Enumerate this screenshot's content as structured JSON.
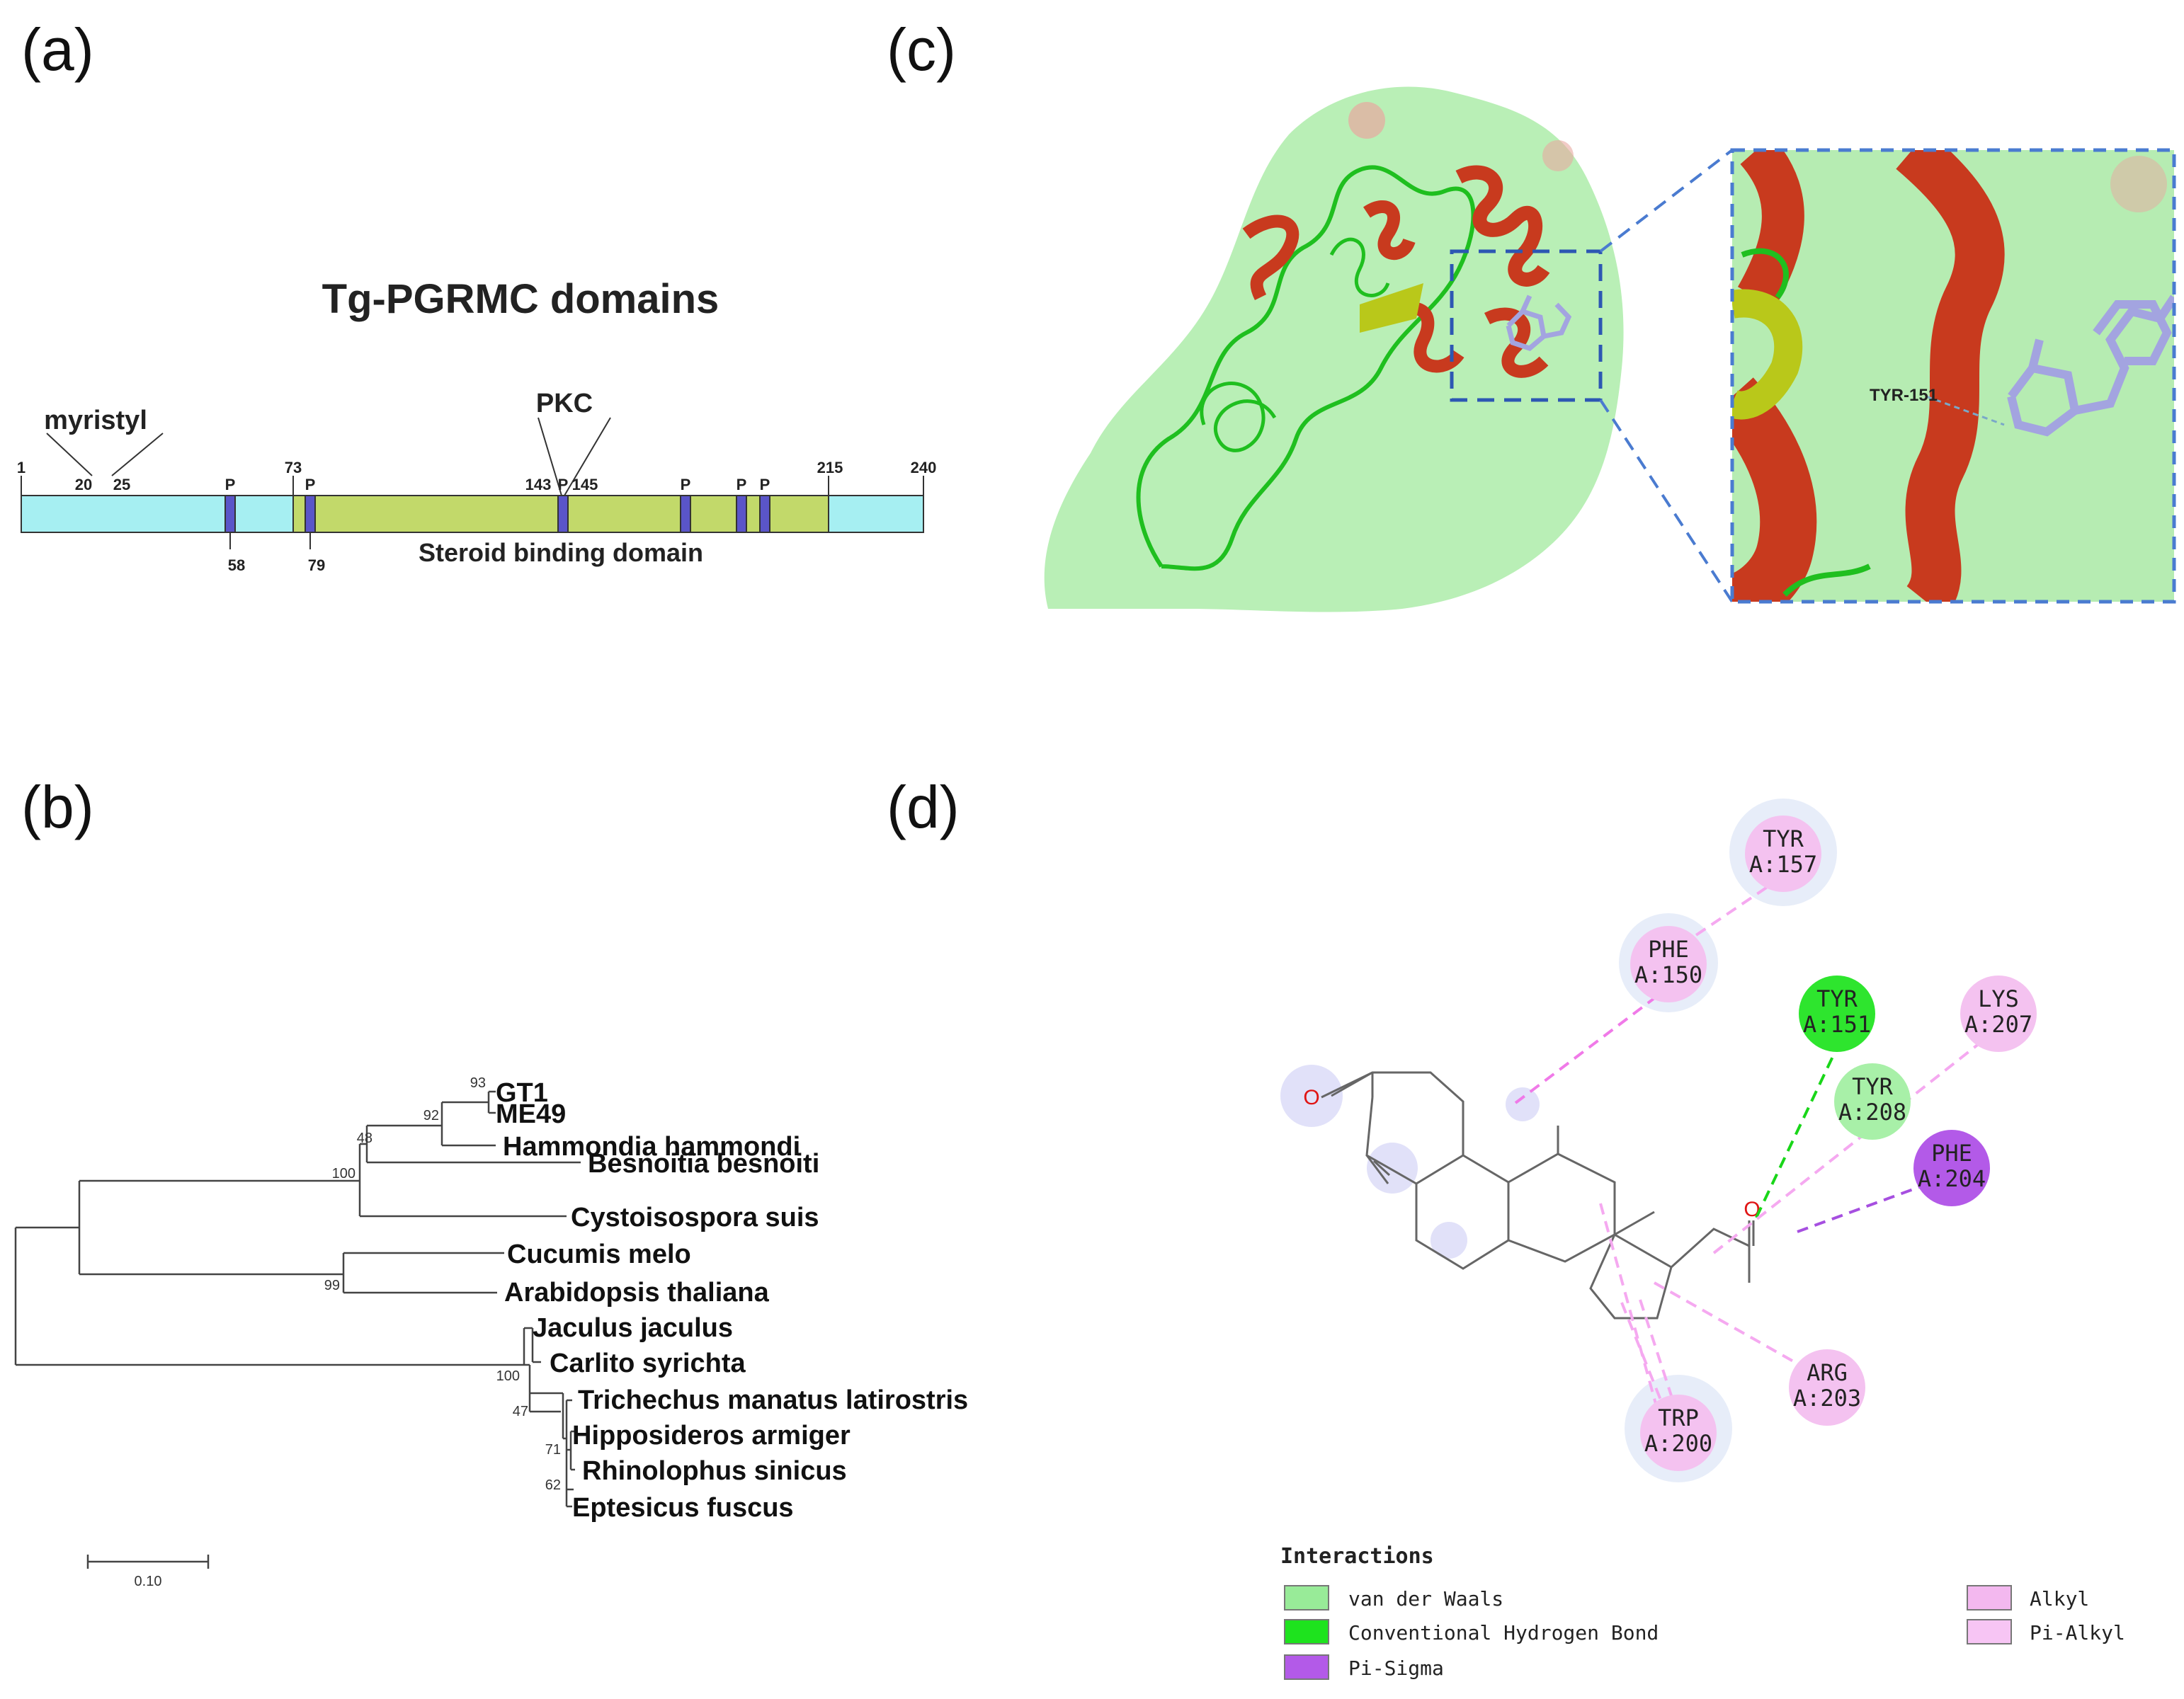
{
  "panels": {
    "a": "(a)",
    "b": "(b)",
    "c": "(c)",
    "d": "(d)"
  },
  "domains": {
    "title": "Tg-PGRMC domains",
    "myristyl": "myristyl",
    "pkc": "PKC",
    "steroid": "Steroid binding domain",
    "p": "P",
    "ticks_top": [
      "1",
      "20",
      "25",
      "73",
      "143",
      "145",
      "215",
      "240"
    ],
    "ticks_bottom": [
      "58",
      "79"
    ],
    "colors": {
      "end": "#a6eff2",
      "middle": "#c2d96a",
      "site": "#5a55c9"
    }
  },
  "tree": {
    "taxa": [
      "GT1",
      "ME49",
      "Hammondia hammondi",
      "Besnoitia besnoiti",
      "Cystoisospora suis",
      "Cucumis melo",
      "Arabidopsis thaliana",
      "Jaculus jaculus",
      "Carlito syrichta",
      "Trichechus manatus latirostris",
      "Hipposideros armiger",
      "Rhinolophus sinicus",
      "Eptesicus fuscus"
    ],
    "bootstrap": [
      "93",
      "92",
      "48",
      "100",
      "99",
      "100",
      "47",
      "71",
      "62"
    ],
    "scale": "0.10"
  },
  "structure": {
    "residue_label": "TYR-151",
    "colors": {
      "helix": "#c83a1e",
      "loop": "#1fbf1f",
      "surface": "#b9efb6",
      "ligand": "#a3a4e0",
      "box": "#4a7bd0"
    }
  },
  "interactions": {
    "residues": [
      {
        "name": "TYR",
        "id": "A:157"
      },
      {
        "name": "PHE",
        "id": "A:150"
      },
      {
        "name": "TYR",
        "id": "A:151"
      },
      {
        "name": "LYS",
        "id": "A:207"
      },
      {
        "name": "TYR",
        "id": "A:208"
      },
      {
        "name": "PHE",
        "id": "A:204"
      },
      {
        "name": "ARG",
        "id": "A:203"
      },
      {
        "name": "TRP",
        "id": "A:200"
      }
    ],
    "legend_title": "Interactions",
    "legend": [
      "van der Waals",
      "Conventional Hydrogen Bond",
      "Pi-Sigma",
      "Alkyl",
      "Pi-Alkyl"
    ],
    "legend_colors": [
      "#98eb98",
      "#1ee31e",
      "#b35ae8",
      "#f3b8ef",
      "#f7c5f4"
    ],
    "atom_label": "O"
  }
}
